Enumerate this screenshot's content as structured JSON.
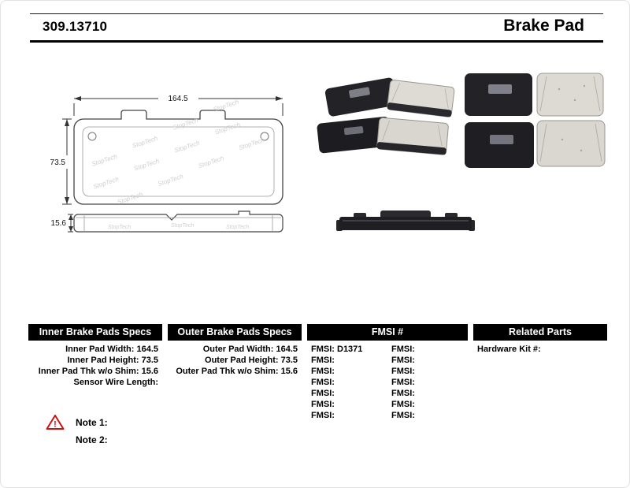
{
  "header": {
    "part_number": "309.13710",
    "product_name": "Brake Pad"
  },
  "diagram": {
    "watermark": "StopTech",
    "front": {
      "width_label": "164.5",
      "height_label": "73.5"
    },
    "side": {
      "thickness_label": "15.6"
    }
  },
  "tables": {
    "inner": {
      "title": "Inner Brake Pads Specs",
      "rows": [
        "Inner Pad Width: 164.5",
        "Inner Pad Height: 73.5",
        "Inner Pad Thk w/o Shim: 15.6",
        "Sensor Wire Length:"
      ]
    },
    "outer": {
      "title": "Outer Brake Pads Specs",
      "rows": [
        "Outer Pad Width: 164.5",
        "Outer Pad Height: 73.5",
        "Outer Pad Thk w/o Shim: 15.6"
      ]
    },
    "fmsi": {
      "title": "FMSI #",
      "rows": [
        [
          "FMSI: D1371",
          "FMSI:"
        ],
        [
          "FMSI:",
          "FMSI:"
        ],
        [
          "FMSI:",
          "FMSI:"
        ],
        [
          "FMSI:",
          "FMSI:"
        ],
        [
          "FMSI:",
          "FMSI:"
        ],
        [
          "FMSI:",
          "FMSI:"
        ],
        [
          "FMSI:",
          "FMSI:"
        ]
      ]
    },
    "related": {
      "title": "Related Parts",
      "rows": [
        "Hardware Kit #:"
      ]
    }
  },
  "notes": {
    "warning_glyph": "!",
    "items": [
      "Note 1:",
      "Note 2:"
    ]
  },
  "colors": {
    "warning_red": "#cc1111",
    "header_bar": "#000000"
  }
}
